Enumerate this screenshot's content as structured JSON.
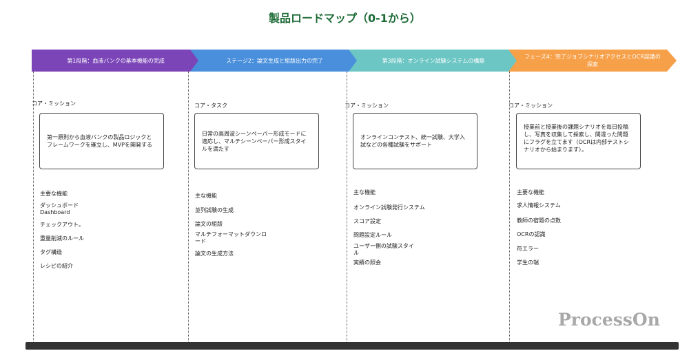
{
  "title": "製品ロードマップ（0-1から）",
  "phases": [
    {
      "label": "第1段階：血液バンクの基本機能の完成",
      "color": "#7b45b8"
    },
    {
      "label": "ステージ2：論文生成と組版出力の完了",
      "color": "#4a8fdc"
    },
    {
      "label": "第3段階：オンライン試験システムの構築",
      "color": "#6cc6c4"
    },
    {
      "label": "フェーズ4：完了ジョブシナリオアクセスとOCR認識の探索",
      "color": "#f6a04a"
    }
  ],
  "columns": [
    {
      "section": "コア・ミッション",
      "box": "第一原則から血液バンクの製品ロジックとフレームワークを確立し、MVPを開発する",
      "features_label": "主要な機能",
      "items": [
        "ダッシュボード Dashboard",
        "チェックアウト。",
        "重量削減のルール",
        "タグ構造",
        "レシピの紹介"
      ]
    },
    {
      "section": "コア・タスク",
      "box": "日常の高周波シーンペーパー形成モードに適応し、マルチシーンペーパー形成スタイルを満たす",
      "features_label": "主な機能",
      "items": [
        "並列試験の生成",
        "論文の組版",
        "マルチフォーマットダウンロード",
        "論文の生成方法"
      ]
    },
    {
      "section": "コア・ミッション",
      "box": "オンラインコンテスト、統一試験、大学入試などの各種試験をサポート",
      "features_label": "主な機能",
      "items": [
        "オンライン試験発行システム",
        "スコア設定",
        "問題設定ルール",
        "ユーザー側の試験スタイル",
        "実績の照会"
      ]
    },
    {
      "section": "コア・ミッション",
      "box": "授業前と授業後の課題シナリオを毎日投稿し、写真を収集して採索し、間違った問題にフラグを立てます（OCRは内部テストシナリオから始まります）。",
      "features_label": "主要な機能",
      "items": [
        "求人情報システム",
        "教師の宿題の点数",
        "OCRの認識",
        "符エラー",
        "学生の端"
      ]
    }
  ],
  "watermark": "ProcessOn"
}
